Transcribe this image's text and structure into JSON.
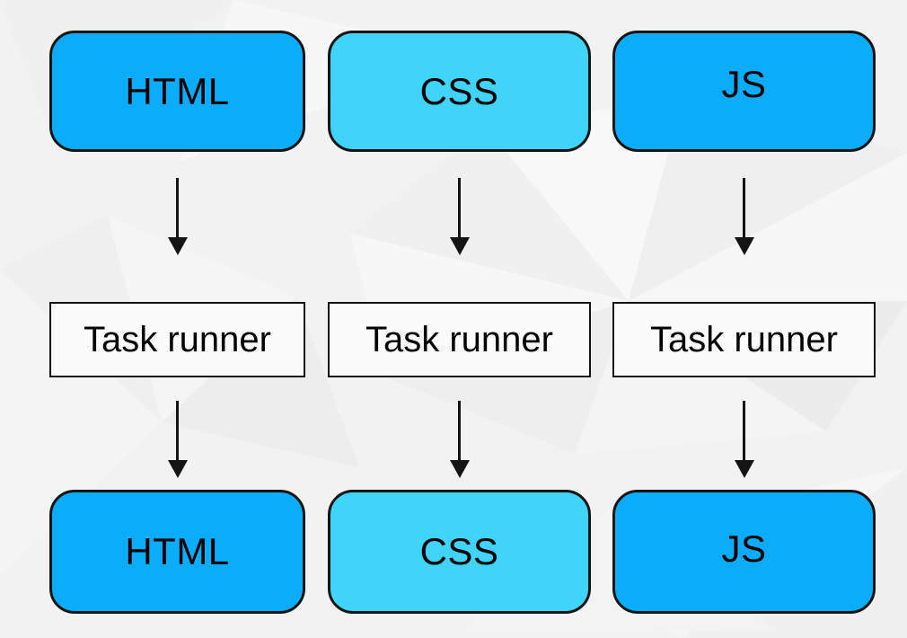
{
  "diagram": {
    "columns": [
      {
        "id": "html",
        "source_label": "HTML",
        "processor_label": "Task runner",
        "output_label": "HTML",
        "node_fill": "#0badfa"
      },
      {
        "id": "css",
        "source_label": "CSS",
        "processor_label": "Task runner",
        "output_label": "CSS",
        "node_fill": "#40d4fa"
      },
      {
        "id": "js",
        "source_label": "JS",
        "processor_label": "Task runner",
        "output_label": "JS",
        "node_fill": "#0badfa"
      }
    ],
    "colors": {
      "node_azure": "#0badfa",
      "node_sky": "#40d4fa",
      "task_box_fill": "#fbfbfb",
      "outline": "#141414",
      "arrow": "#141414",
      "label_text": "#000000",
      "background": "#f2f2f2"
    }
  }
}
